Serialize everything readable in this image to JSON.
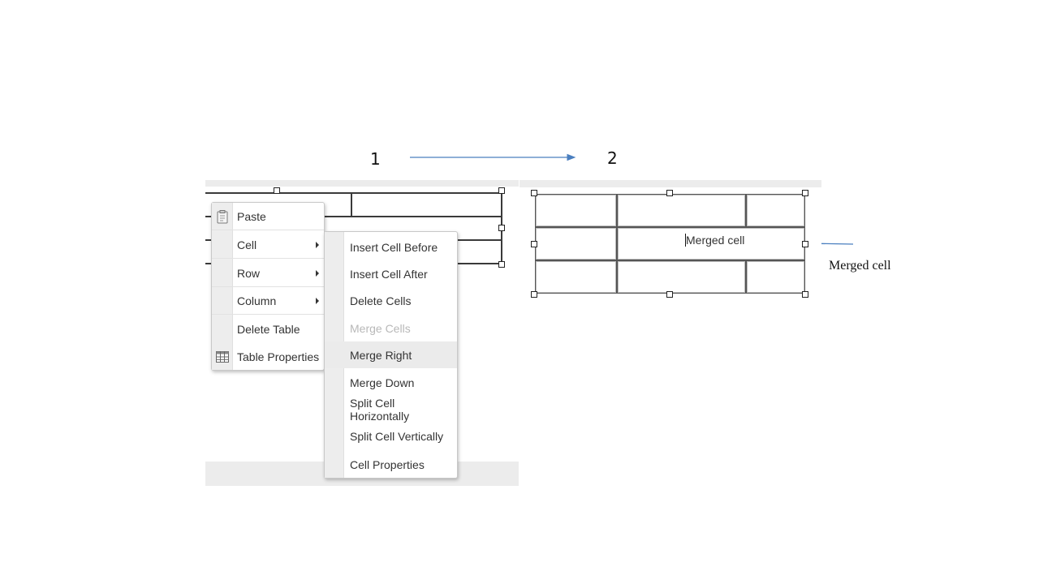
{
  "steps": {
    "step1": "1",
    "step2": "2"
  },
  "context_menu": {
    "items": [
      {
        "label": "Paste",
        "icon": "clipboard-icon"
      },
      {
        "label": "Cell",
        "has_submenu": true
      },
      {
        "label": "Row",
        "has_submenu": true
      },
      {
        "label": "Column",
        "has_submenu": true
      },
      {
        "label": "Delete Table"
      },
      {
        "label": "Table Properties",
        "icon": "table-icon"
      }
    ]
  },
  "cell_submenu": {
    "items": [
      {
        "label": "Insert Cell Before"
      },
      {
        "label": "Insert Cell After"
      },
      {
        "label": "Delete Cells"
      },
      {
        "label": "Merge Cells",
        "disabled": true
      },
      {
        "label": "Merge Right",
        "highlighted": true
      },
      {
        "label": "Merge Down"
      },
      {
        "label": "Split Cell Horizontally"
      },
      {
        "label": "Split Cell Vertically"
      },
      {
        "label": "Cell Properties"
      }
    ]
  },
  "result_table": {
    "merged_cell_text": "Merged cell"
  },
  "annotation": {
    "label": "Merged cell"
  },
  "colors": {
    "arrow": "#4a7fbf",
    "menu_hover": "#ebebeb",
    "disabled_text": "#b8b8b8"
  }
}
